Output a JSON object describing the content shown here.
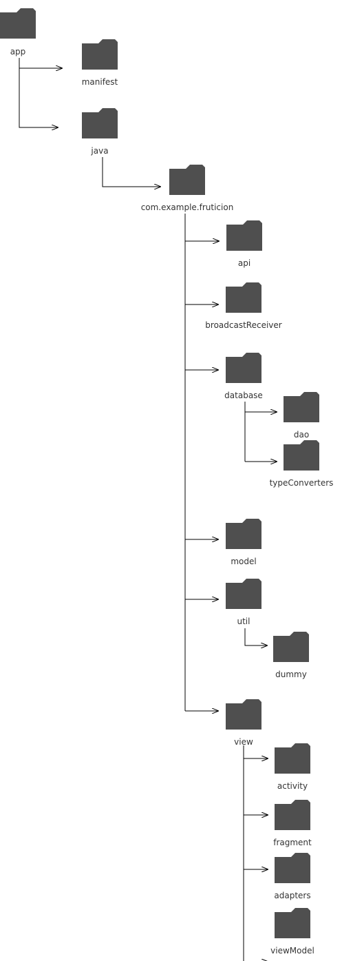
{
  "colors": {
    "folder": "#4f4f4f",
    "line": "#000000",
    "label": "#333333"
  },
  "folders": {
    "app": "app",
    "manifest": "manifest",
    "java": "java",
    "package": "com.example.fruticion",
    "api": "api",
    "broadcast_receiver": "broadcastReceiver",
    "database": "database",
    "dao": "dao",
    "type_converters": "typeConverters",
    "model": "model",
    "util": "util",
    "dummy": "dummy",
    "view": "view",
    "activity": "activity",
    "fragment": "fragment",
    "adapters": "adapters",
    "view_model": "viewModel"
  },
  "icon_name": "folder-icon"
}
